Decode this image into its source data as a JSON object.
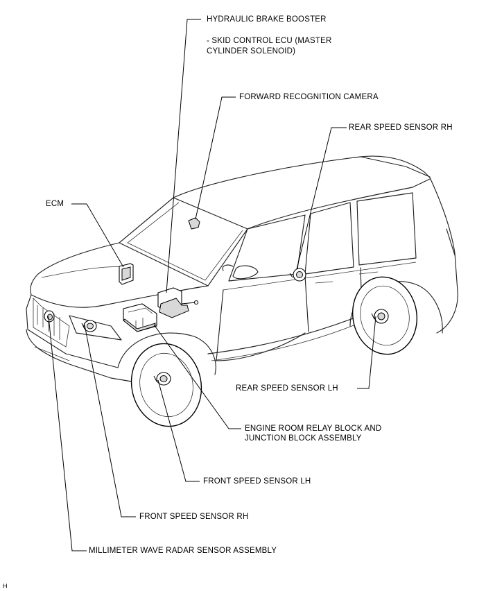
{
  "labels": {
    "brake_booster": "HYDRAULIC BRAKE BOOSTER",
    "skid_ecu_line1": "- SKID CONTROL ECU (MASTER",
    "skid_ecu_line2": "CYLINDER SOLENOID)",
    "camera": "FORWARD RECOGNITION CAMERA",
    "rear_rh": "REAR SPEED SENSOR RH",
    "ecm": "ECM",
    "rear_lh": "REAR SPEED SENSOR LH",
    "relay_line1": "ENGINE ROOM RELAY BLOCK AND",
    "relay_line2": "JUNCTION BLOCK ASSEMBLY",
    "front_lh": "FRONT SPEED SENSOR LH",
    "front_rh": "FRONT SPEED SENSOR RH",
    "radar": "MILLIMETER WAVE RADAR SENSOR ASSEMBLY",
    "corner_code": "H"
  }
}
